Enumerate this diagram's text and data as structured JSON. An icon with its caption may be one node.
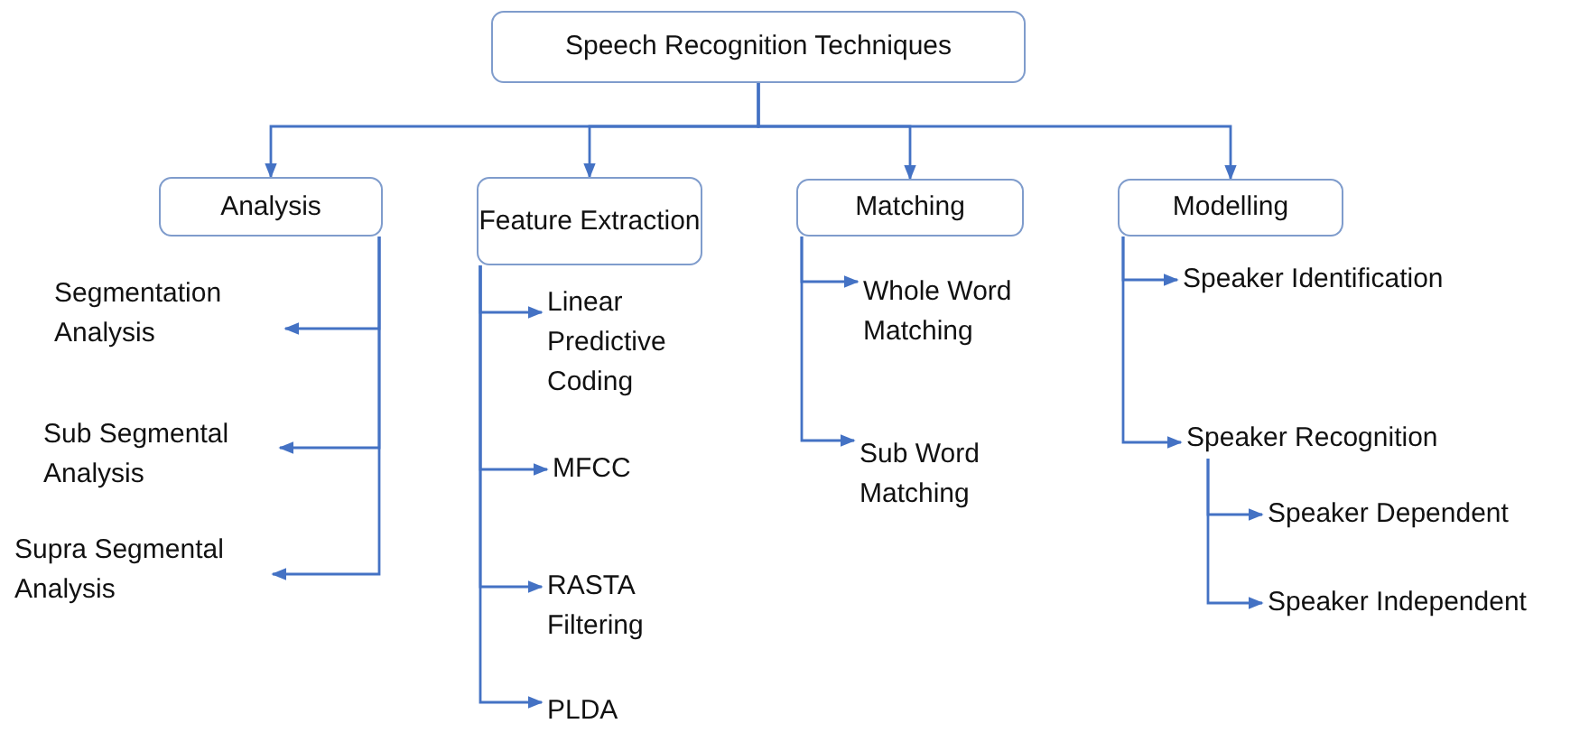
{
  "diagram": {
    "nodes": [
      {
        "text": [
          "Speech Recognition Techniques"
        ]
      },
      {
        "text": [
          "Analysis"
        ]
      },
      {
        "text": [
          "Feature Extraction"
        ]
      },
      {
        "text": [
          "Matching"
        ]
      },
      {
        "text": [
          "Modelling"
        ]
      },
      {
        "text": [
          "Segmentation Analysis"
        ]
      },
      {
        "text": [
          "Sub Segmental Analysis"
        ]
      },
      {
        "text": [
          "Supra Segmental Analysis"
        ]
      },
      {
        "text": [
          "Linear Predictive Coding"
        ]
      },
      {
        "text": [
          "MFCC"
        ]
      },
      {
        "text": [
          "RASTA Filtering"
        ]
      },
      {
        "text": [
          "PLDA"
        ]
      },
      {
        "text": [
          "Whole Word Matching"
        ]
      },
      {
        "text": [
          "Sub Word Matching"
        ]
      },
      {
        "text": [
          "Speaker Identification"
        ]
      },
      {
        "text": [
          "Speaker Recognition"
        ]
      },
      {
        "text": [
          "Speaker Dependent"
        ]
      },
      {
        "text": [
          "Speaker Independent"
        ]
      }
    ],
    "edges": [
      {
        "from": 0,
        "to": 1,
        "arrow": "to"
      },
      {
        "from": 0,
        "to": 2,
        "arrow": "to"
      },
      {
        "from": 0,
        "to": 3,
        "arrow": "to"
      },
      {
        "from": 0,
        "to": 4,
        "arrow": "to"
      },
      {
        "from": 1,
        "to": 5,
        "arrow": "to"
      },
      {
        "from": 1,
        "to": 6,
        "arrow": "to"
      },
      {
        "from": 1,
        "to": 7,
        "arrow": "to"
      },
      {
        "from": 2,
        "to": 8,
        "arrow": "to"
      },
      {
        "from": 2,
        "to": 9,
        "arrow": "to"
      },
      {
        "from": 2,
        "to": 10,
        "arrow": "to"
      },
      {
        "from": 2,
        "to": 11,
        "arrow": "to"
      },
      {
        "from": 3,
        "to": 12,
        "arrow": "to"
      },
      {
        "from": 3,
        "to": 13,
        "arrow": "to"
      },
      {
        "from": 4,
        "to": 14,
        "arrow": "to"
      },
      {
        "from": 4,
        "to": 15,
        "arrow": "to"
      },
      {
        "from": 15,
        "to": 16,
        "arrow": "to"
      },
      {
        "from": 15,
        "to": 17,
        "arrow": "to"
      }
    ]
  }
}
